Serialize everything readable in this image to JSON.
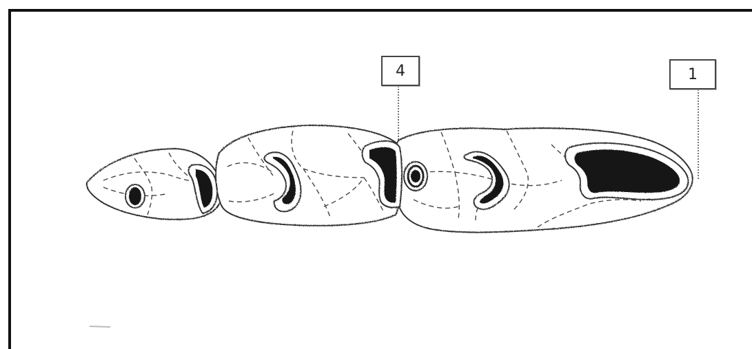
{
  "callouts": [
    {
      "id": "4",
      "label": "4"
    },
    {
      "id": "1",
      "label": "1"
    }
  ]
}
